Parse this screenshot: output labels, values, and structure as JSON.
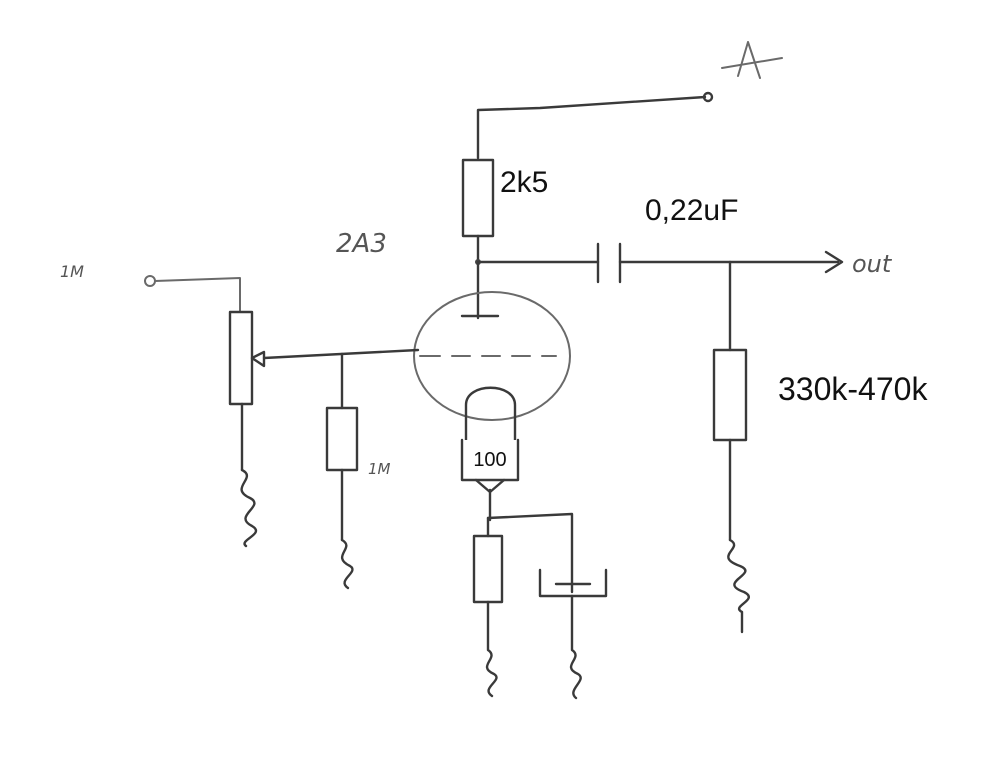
{
  "labels": {
    "plate_resistor": "2k5",
    "coupling_cap": "0,22uF",
    "output_resistor": "330k-470k",
    "cathode_resistor": "100",
    "tube": "2A3",
    "supply_node": "A",
    "input_pot": "1M",
    "grid_resistor": "1M",
    "output": "out"
  }
}
